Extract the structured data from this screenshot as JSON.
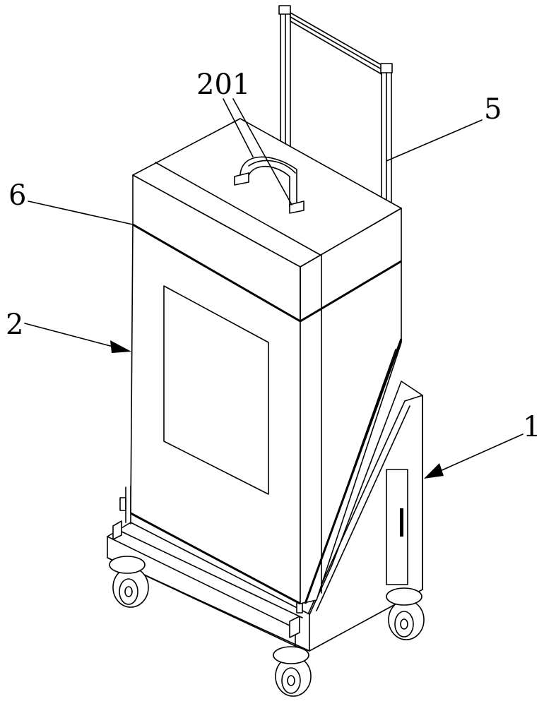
{
  "labels": {
    "handle_top": "201",
    "trolley_handle": "5",
    "seam": "6",
    "cabinet": "2",
    "cart_base": "1"
  }
}
